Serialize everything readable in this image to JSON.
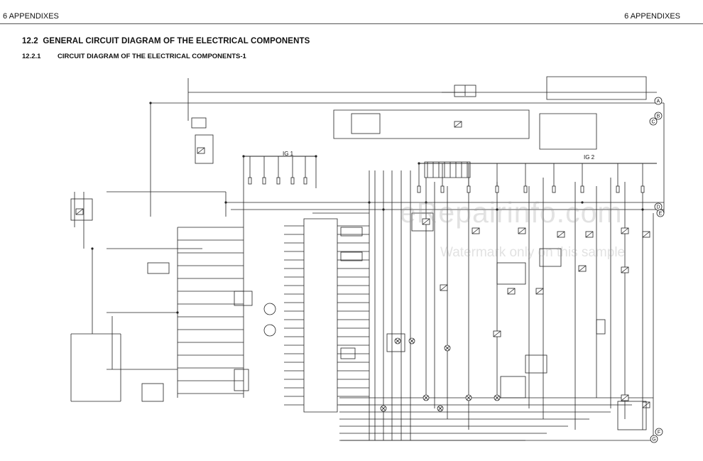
{
  "header": {
    "left": "6 APPENDIXES",
    "right": "6 APPENDIXES"
  },
  "section": {
    "number": "12.2",
    "title": "GENERAL CIRCUIT DIAGRAM OF THE ELECTRICAL COMPONENTS"
  },
  "subsection": {
    "number": "12.2.1",
    "title": "CIRCUIT DIAGRAM OF THE ELECTRICAL COMPONENTS-1"
  },
  "connectors": [
    "A",
    "B",
    "C",
    "D",
    "E",
    "F",
    "G"
  ],
  "buses": {
    "ig1": "IG 1",
    "ig2": "IG 2"
  },
  "watermark": {
    "brand": "eRepairinfo.com",
    "note": "Watermark only on this sample"
  }
}
